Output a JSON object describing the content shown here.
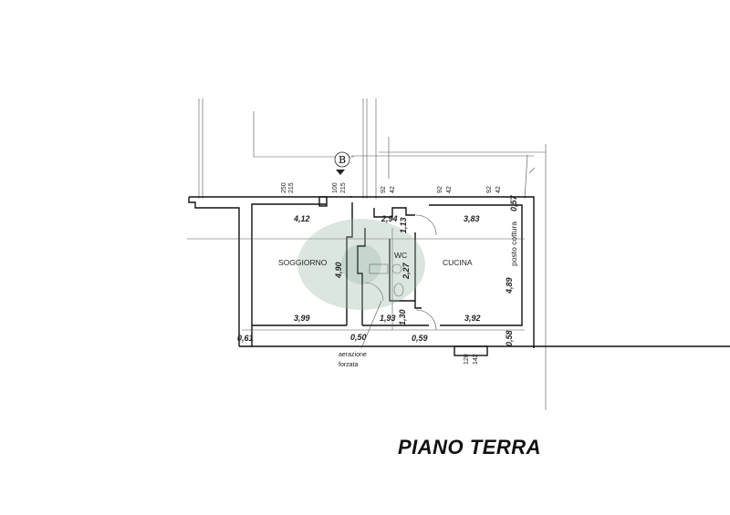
{
  "plan": {
    "title": "PIANO TERRA",
    "section_marker": "B",
    "rooms": {
      "living": "SOGGIORNO",
      "wc": "WC",
      "kitchen": "CUCINA",
      "cooking": "posto cottura"
    },
    "note": {
      "line1": "aerazione",
      "line2": "forzata"
    },
    "openings_top": [
      {
        "a": "250",
        "b": "215"
      },
      {
        "a": "100",
        "b": "215"
      },
      {
        "a": "92",
        "b": "42"
      },
      {
        "a": "92",
        "b": "42"
      },
      {
        "a": "92",
        "b": "42"
      }
    ],
    "opening_bottom": {
      "a": "120",
      "b": "142"
    },
    "dimensions": {
      "living_width_top": "4,12",
      "hall_width_top": "2,94",
      "kitchen_width_top": "3,83",
      "wall_top_right": "0,57",
      "hall_depth": "1,13",
      "living_depth": "4,90",
      "wc_depth": "2,27",
      "kitchen_depth": "4,89",
      "living_width_bottom": "3,99",
      "wc_width_bottom": "1,93",
      "door_depth": "1,30",
      "kitchen_width_bottom": "3,92",
      "wall_left": "0,61",
      "wall_mid": "0,50",
      "wall_wc": "0,59",
      "wall_bottom_right": "0,58"
    }
  }
}
